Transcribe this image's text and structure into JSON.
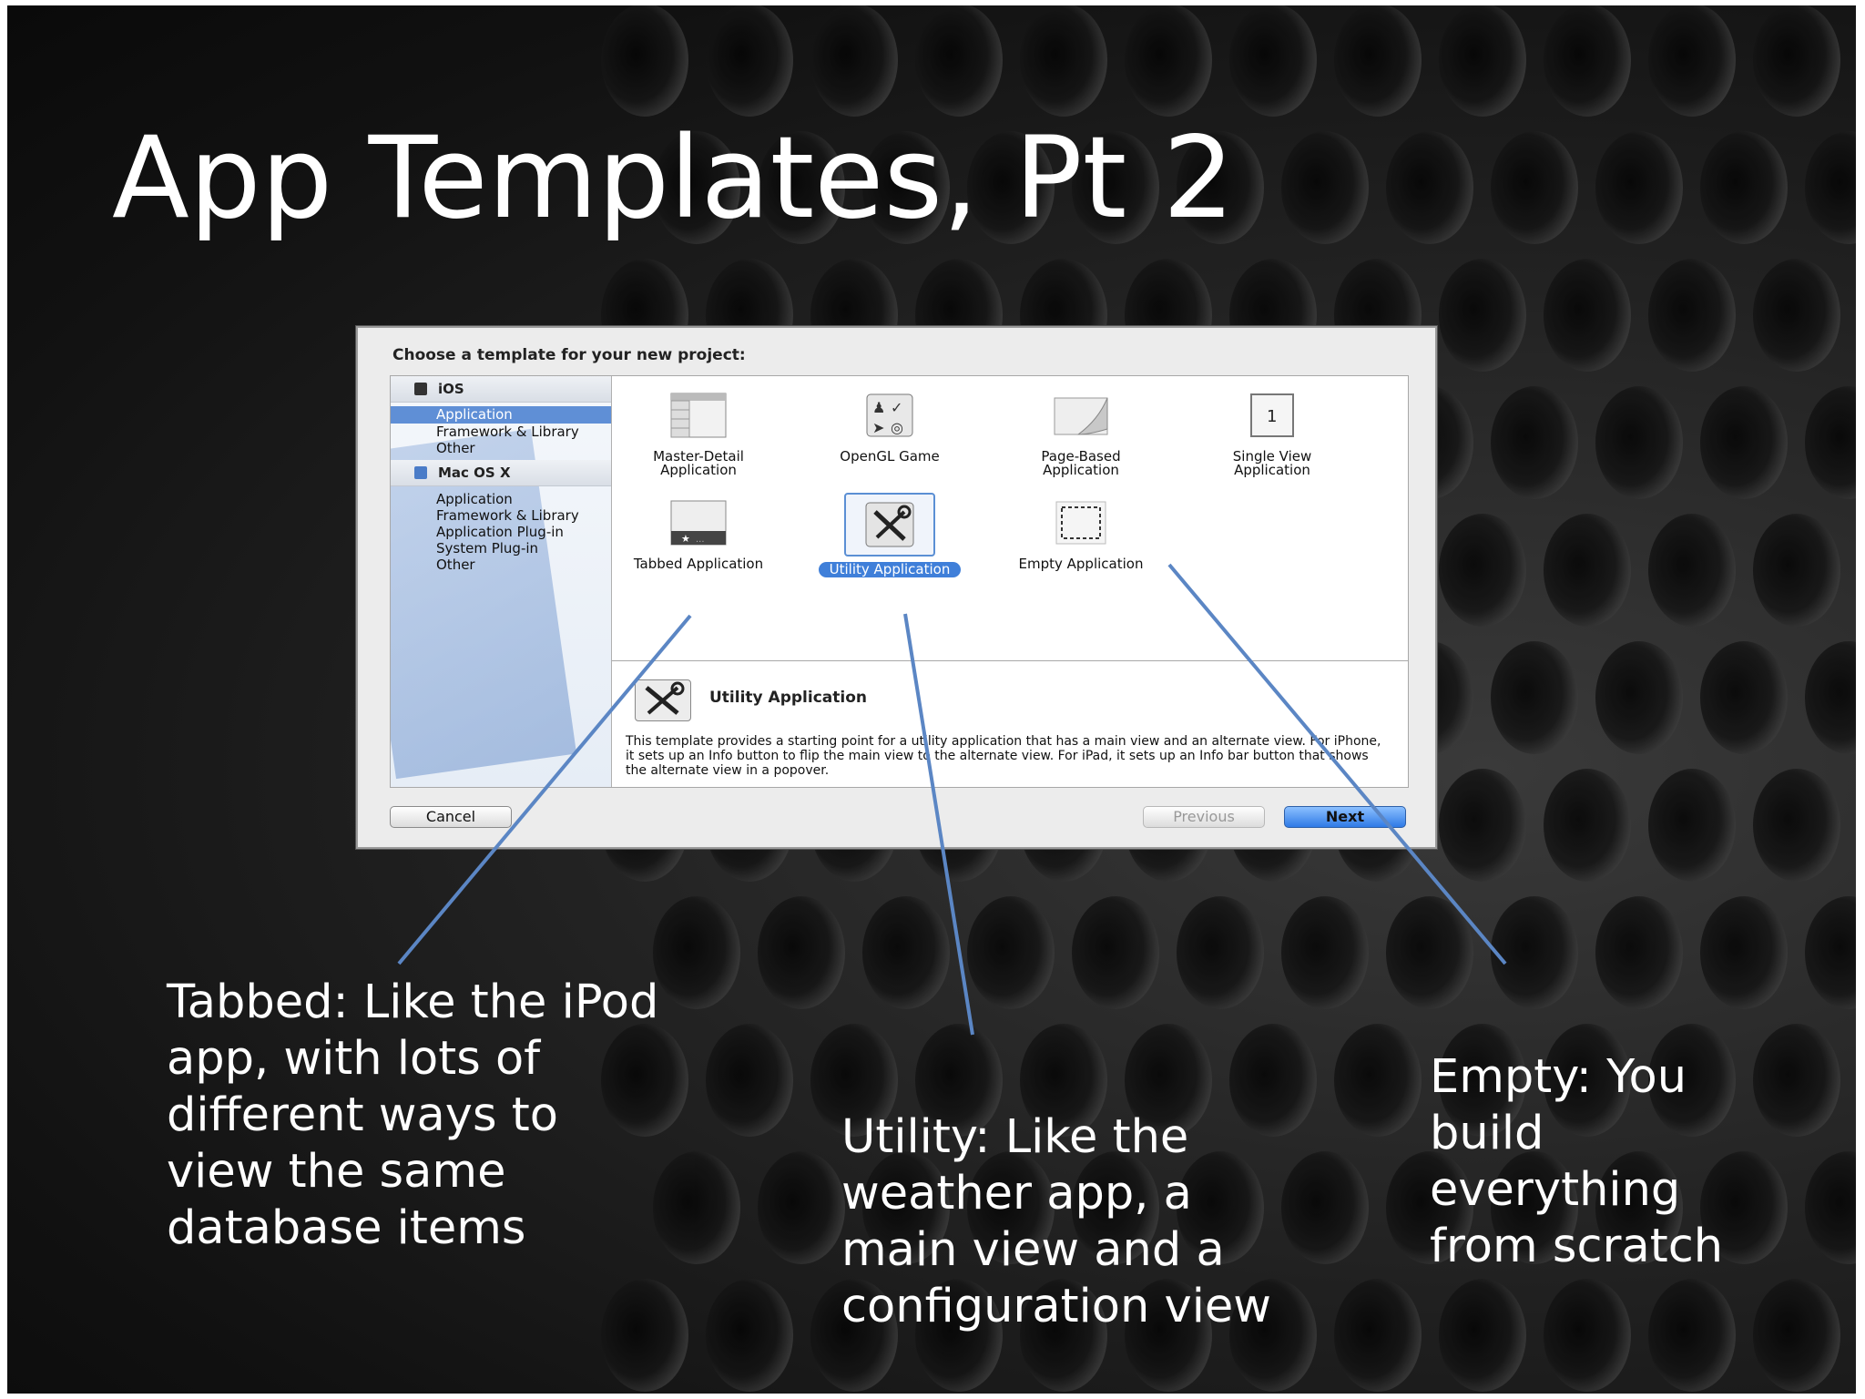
{
  "slide": {
    "title": "App Templates, Pt 2"
  },
  "dialog": {
    "heading": "Choose a template for your new project:",
    "sidebar": {
      "groups": [
        {
          "label": "iOS",
          "icon": "ios-device-icon",
          "items": [
            "Application",
            "Framework & Library",
            "Other"
          ],
          "selected": "Application"
        },
        {
          "label": "Mac OS X",
          "icon": "mac-finder-icon",
          "items": [
            "Application",
            "Framework & Library",
            "Application Plug-in",
            "System Plug-in",
            "Other"
          ]
        }
      ]
    },
    "templates": [
      {
        "label_line1": "Master-Detail",
        "label_line2": "Application",
        "icon": "master-detail-icon"
      },
      {
        "label_line1": "OpenGL Game",
        "label_line2": "",
        "icon": "opengl-game-icon"
      },
      {
        "label_line1": "Page-Based",
        "label_line2": "Application",
        "icon": "page-based-icon"
      },
      {
        "label_line1": "Single View",
        "label_line2": "Application",
        "icon": "single-view-icon"
      },
      {
        "label_line1": "Tabbed Application",
        "label_line2": "",
        "icon": "tabbed-icon"
      },
      {
        "label_line1": "Utility Application",
        "label_line2": "",
        "icon": "utility-tools-icon",
        "selected": true
      },
      {
        "label_line1": "Empty Application",
        "label_line2": "",
        "icon": "empty-app-icon"
      }
    ],
    "description": {
      "title": "Utility Application",
      "text": "This template provides a starting point for a utility application that has a main view and an alternate view. For iPhone, it sets up an Info button to flip the main view to the alternate view. For iPad, it sets up an Info bar button that shows the alternate view in a popover."
    },
    "buttons": {
      "cancel": "Cancel",
      "previous": "Previous",
      "next": "Next"
    }
  },
  "callouts": {
    "tabbed": [
      "Tabbed: Like the iPod",
      "app, with lots of",
      "different ways to",
      "view the same",
      "database items"
    ],
    "utility": [
      "Utility: Like the",
      "weather app, a",
      "main view and a",
      "configuration view"
    ],
    "empty": [
      "Empty: You",
      "build",
      "everything",
      "from scratch"
    ]
  },
  "colors": {
    "callout_line": "#5b86c4",
    "selection_blue": "#3f7fd9",
    "slide_background": "#1c1c1c"
  }
}
